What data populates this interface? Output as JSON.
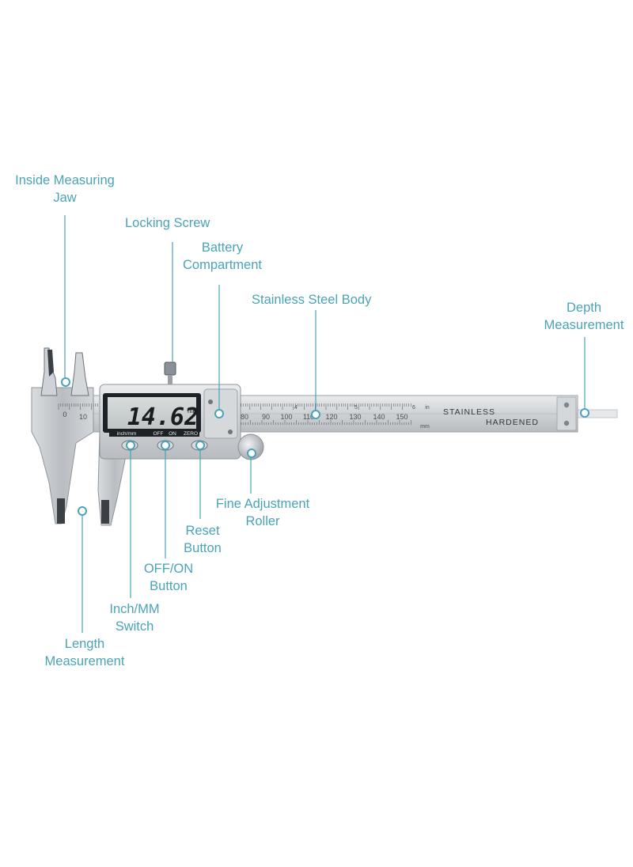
{
  "display": {
    "reading": "14.62",
    "unit": "mm"
  },
  "buttons": {
    "inch_mm": "inch/mm",
    "off": "OFF",
    "on": "ON",
    "zero": "ZERO"
  },
  "scale": {
    "main_labels": [
      "0",
      "10",
      "80",
      "90",
      "100",
      "110",
      "120",
      "130",
      "140",
      "150"
    ],
    "inch_labels": [
      "4",
      "5",
      "6"
    ],
    "inch_unit": "in",
    "mm_unit": "mm"
  },
  "body_text": {
    "line1": "STAINLESS",
    "line2": "HARDENED"
  },
  "callouts": {
    "inside_jaw": [
      "Inside Measuring",
      "Jaw"
    ],
    "locking_screw": [
      "Locking Screw"
    ],
    "battery": [
      "Battery",
      "Compartment"
    ],
    "body": [
      "Stainless Steel Body"
    ],
    "depth": [
      "Depth",
      "Measurement"
    ],
    "roller": [
      "Fine Adjustment",
      "Roller"
    ],
    "reset": [
      "Reset",
      "Button"
    ],
    "offon": [
      "OFF/ON",
      "Button"
    ],
    "inchmm": [
      "Inch/MM",
      "Switch"
    ],
    "length": [
      "Length",
      "Measurement"
    ]
  },
  "colors": {
    "callout": "#4aa3b8",
    "steel": "#c9ccd0",
    "lcd": "#cdd3d2"
  }
}
